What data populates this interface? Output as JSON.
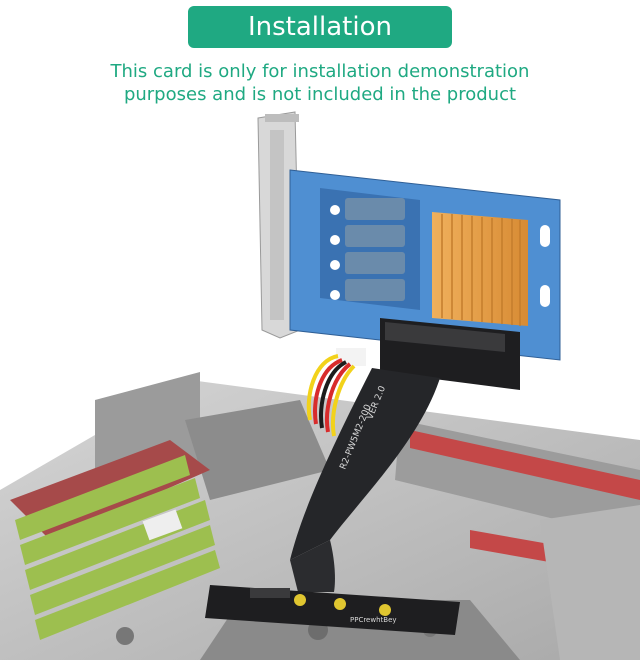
{
  "banner": {
    "title": "Installation Example",
    "color": "#1fa982"
  },
  "notice": {
    "line1": "This card is only for installation demonstration",
    "line2": "purposes and is not included in the product",
    "color": "#1fa982"
  },
  "cable_print": {
    "model": "R2-PW5M2-200",
    "version": "VER 2.0",
    "brand": "PPCrewhtBey"
  },
  "colors": {
    "card_pcb": "#4f8fd2",
    "heatsink": "#e8a44c",
    "ribbon": "#252629",
    "motherboard": "#bfbfbf",
    "ram": "#9dbf4f",
    "slot": "#c44848",
    "wires": [
      "#f2d21b",
      "#d82c2c",
      "#1c1c1c",
      "#d82c2c",
      "#f2d21b"
    ]
  }
}
